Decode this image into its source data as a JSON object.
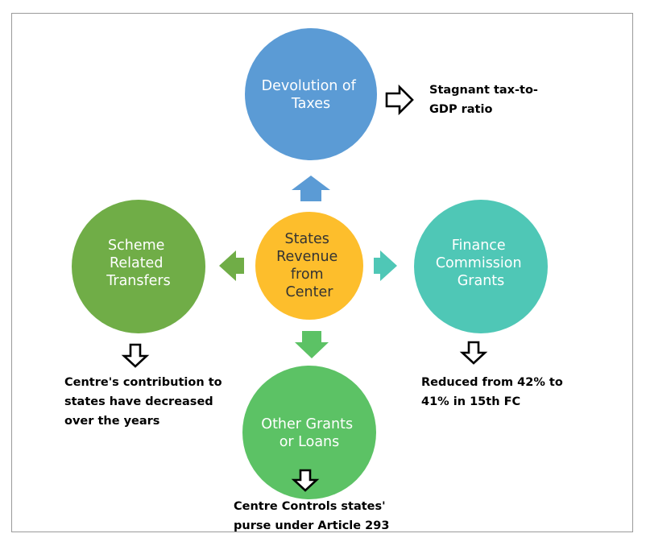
{
  "circles": {
    "center": {
      "lines": [
        "States",
        "Revenue",
        "from",
        "Center"
      ],
      "color": "#FDBE2C"
    },
    "top": {
      "lines": [
        "Devolution of",
        "Taxes"
      ],
      "color": "#5B9BD5"
    },
    "left": {
      "lines": [
        "Scheme",
        "Related",
        "Transfers"
      ],
      "color": "#70AD47"
    },
    "right": {
      "lines": [
        "Finance",
        "Commission",
        "Grants"
      ],
      "color": "#4FC7B6"
    },
    "bottom": {
      "lines": [
        "Other Grants",
        "or Loans"
      ],
      "color": "#5CC265"
    }
  },
  "arrow_colors": {
    "top": "#5B9BD5",
    "left": "#70AD47",
    "right": "#4FC7B6",
    "bottom": "#5CC265"
  },
  "notes": {
    "top": [
      "Stagnant tax-to-",
      "GDP ratio"
    ],
    "left": [
      "Centre's contribution to",
      "states have decreased",
      "over the years"
    ],
    "right": [
      "Reduced from 42% to",
      "41% in 15th FC"
    ],
    "bottom": [
      "Centre Controls states'",
      "purse under Article 293"
    ]
  }
}
